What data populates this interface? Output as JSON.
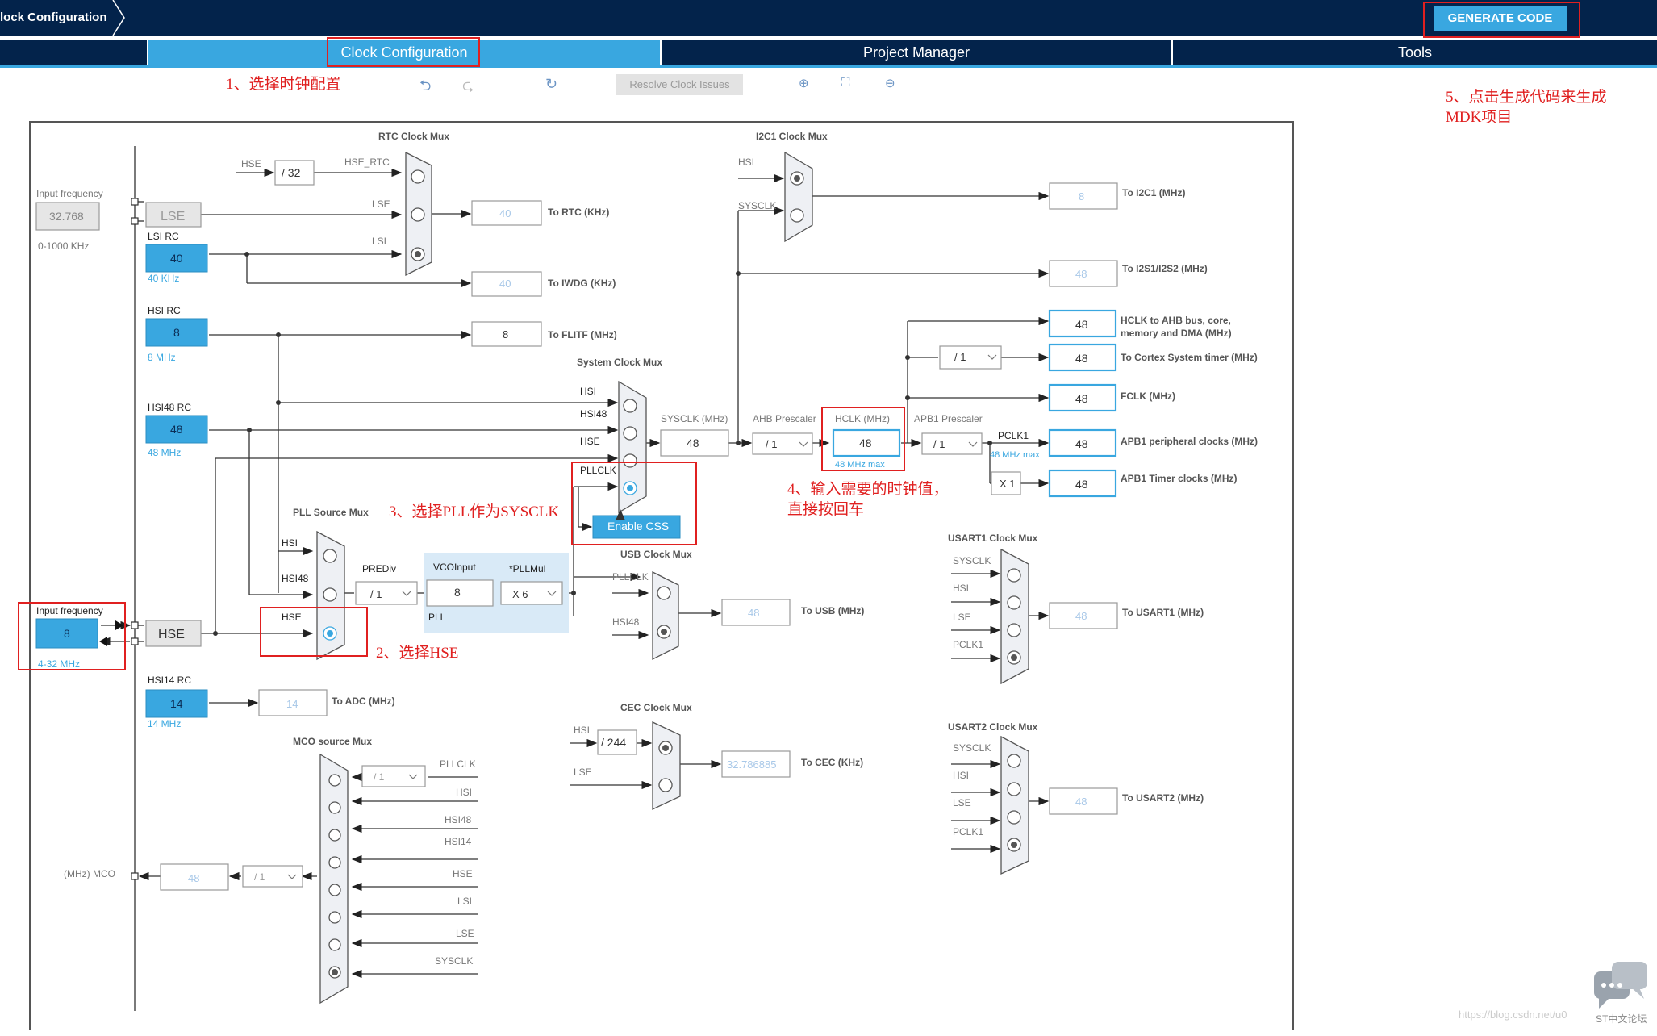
{
  "header": {
    "breadcrumb": "lock Configuration",
    "generate_label": "GENERATE CODE"
  },
  "tabs": [
    {
      "label": "Clock Configuration"
    },
    {
      "label": "Project Manager"
    },
    {
      "label": "Tools"
    }
  ],
  "toolbar": {
    "resolve_label": "Resolve Clock Issues"
  },
  "notes": {
    "n1": "1、选择时钟配置",
    "n2": "2、选择HSE",
    "n3": "3、选择PLL作为SYSCLK",
    "n4a": "4、输入需要的时钟值，",
    "n4b": "直接按回车",
    "n5a": "5、点击生成代码来生成",
    "n5b": "MDK项目"
  },
  "watermark": "https://blog.csdn.net/u0",
  "logo_text": "ST中文论坛",
  "diagram": {
    "input_freq_label": "Input frequency",
    "lse_input_value": "32.768",
    "lse_range": "0-1000 KHz",
    "lse": "LSE",
    "lsi_rc": "LSI RC",
    "lsi_value": "40",
    "lsi_khz": "40 KHz",
    "hsi_rc": "HSI RC",
    "hsi_value": "8",
    "hsi_mhz": "8 MHz",
    "hsi48_rc": "HSI48 RC",
    "hsi48_value": "48",
    "hsi48_mhz": "48 MHz",
    "hse_input_label": "Input frequency",
    "hse_input_value": "8",
    "hse_range": "4-32 MHz",
    "hse": "HSE",
    "hsi14_rc": "HSI14 RC",
    "hsi14_value": "14",
    "hsi14_mhz": "14 MHz",
    "to_adc_value": "14",
    "to_adc": "To ADC (MHz)",
    "rtc_mux": "RTC Clock Mux",
    "hse_lbl": "HSE",
    "div32": "/ 32",
    "hse_rtc": "HSE_RTC",
    "lse_lbl": "LSE",
    "lsi_lbl": "LSI",
    "to_rtc_value": "40",
    "to_rtc": "To RTC (KHz)",
    "to_iwdg_value": "40",
    "to_iwdg": "To IWDG (KHz)",
    "to_flitf_value": "8",
    "to_flitf": "To FLITF (MHz)",
    "i2c1_mux": "I2C1 Clock Mux",
    "hsi_lbl": "HSI",
    "sysclk_lbl": "SYSCLK",
    "to_i2c1_value": "8",
    "to_i2c1": "To I2C1 (MHz)",
    "to_i2s_value": "48",
    "to_i2s": "To I2S1/I2S2 (MHz)",
    "sys_mux": "System Clock Mux",
    "sys_hsi": "HSI",
    "sys_hsi48": "HSI48",
    "sys_hse": "HSE",
    "sys_pllclk": "PLLCLK",
    "enable_css": "Enable CSS",
    "sysclk_mhz": "SYSCLK (MHz)",
    "sysclk_value": "48",
    "ahb_prescaler": "AHB Prescaler",
    "ahb_div": "/ 1",
    "hclk_mhz": "HCLK (MHz)",
    "hclk_value": "48",
    "hclk_max": "48 MHz max",
    "apb1_prescaler": "APB1 Prescaler",
    "apb1_div": "/ 1",
    "pclk1": "PCLK1",
    "pclk1_max": "48 MHz max",
    "cortex_div": "/ 1",
    "x1": "X 1",
    "out_hclk_value": "48",
    "out_hclk_a": "HCLK to AHB bus, core,",
    "out_hclk_b": "memory and DMA (MHz)",
    "out_cortex_value": "48",
    "out_cortex": "To Cortex System timer (MHz)",
    "out_fclk_value": "48",
    "out_fclk": "FCLK (MHz)",
    "out_apb1p_value": "48",
    "out_apb1p": "APB1 peripheral clocks (MHz)",
    "out_apb1t_value": "48",
    "out_apb1t": "APB1 Timer clocks (MHz)",
    "pll_src_mux": "PLL Source Mux",
    "pll_hsi": "HSI",
    "pll_hsi48": "HSI48",
    "pll_hse": "HSE",
    "prediv": "PREDiv",
    "prediv_value": "/ 1",
    "vcoinput": "VCOInput",
    "vco_value": "8",
    "pllmul": "*PLLMul",
    "pllmul_value": "X 6",
    "pll": "PLL",
    "usb_mux": "USB Clock Mux",
    "usb_pllclk": "PLLCLK",
    "usb_hsi48": "HSI48",
    "to_usb_value": "48",
    "to_usb": "To USB (MHz)",
    "cec_mux": "CEC Clock Mux",
    "cec_hsi": "HSI",
    "cec_div": "/ 244",
    "cec_lse": "LSE",
    "to_cec_value": "32.786885",
    "to_cec": "To CEC (KHz)",
    "usart1_mux": "USART1 Clock Mux",
    "u1_sysclk": "SYSCLK",
    "u1_hsi": "HSI",
    "u1_lse": "LSE",
    "u1_pclk1": "PCLK1",
    "to_usart1_value": "48",
    "to_usart1": "To USART1 (MHz)",
    "usart2_mux": "USART2 Clock Mux",
    "u2_sysclk": "SYSCLK",
    "u2_hsi": "HSI",
    "u2_lse": "LSE",
    "u2_pclk1": "PCLK1",
    "to_usart2_value": "48",
    "to_usart2": "To USART2 (MHz)",
    "mco_mux": "MCO source Mux",
    "mco_pll_div": "/ 1",
    "mco_pllclk": "PLLCLK",
    "mco_hsi": "HSI",
    "mco_hsi48": "HSI48",
    "mco_hsi14": "HSI14",
    "mco_hse": "HSE",
    "mco_lsi": "LSI",
    "mco_lse": "LSE",
    "mco_sysclk": "SYSCLK",
    "mco_label": "(MHz) MCO",
    "mco_value": "48",
    "mco_div": "/ 1"
  },
  "colors": {
    "navy": "#03234b",
    "accent": "#39a7e0",
    "annotation": "#e02020"
  }
}
